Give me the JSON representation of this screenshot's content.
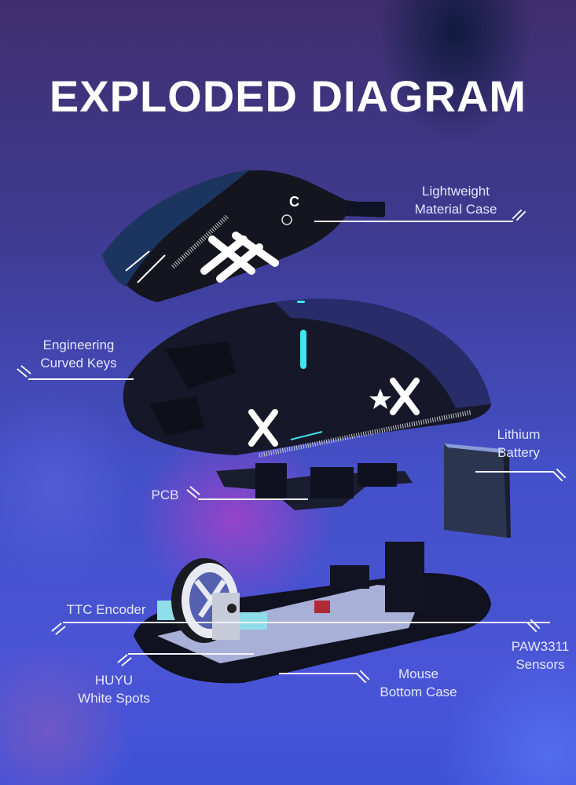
{
  "title": "EXPLODED DIAGRAM",
  "colors": {
    "background_top": "#3f2e6e",
    "background_bottom": "#4a54d6",
    "accent_cyan": "#3fe6f0",
    "label_text": "#e4e6ff",
    "part_black": "#14151f"
  },
  "labels": [
    {
      "id": "case",
      "line1": "Lightweight",
      "line2": "Material Case"
    },
    {
      "id": "keys",
      "line1": "Engineering",
      "line2": "Curved Keys"
    },
    {
      "id": "battery",
      "line1": "Lithium",
      "line2": "Battery"
    },
    {
      "id": "pcb",
      "line1": "PCB"
    },
    {
      "id": "encoder",
      "line1": "TTC Encoder"
    },
    {
      "id": "switches",
      "line1": "HUYU",
      "line2": "White Spots"
    },
    {
      "id": "bottom",
      "line1": "Mouse",
      "line2": "Bottom Case"
    },
    {
      "id": "sensor",
      "line1": "PAW3311",
      "line2": "Sensors"
    }
  ],
  "icons": [
    "leader-line-icon",
    "mouse-top-shell-icon",
    "mouse-body-icon",
    "battery-icon",
    "pcb-icon",
    "scroll-wheel-icon",
    "bottom-case-icon"
  ]
}
